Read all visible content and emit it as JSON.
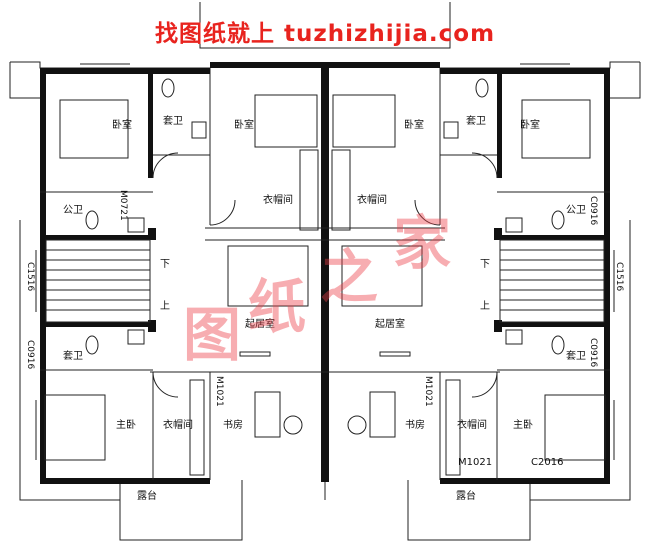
{
  "banner": "找图纸就上 tuzhizhijia.com",
  "watermark": [
    "图",
    "纸",
    "之",
    "家"
  ],
  "rooms": {
    "bedroom": "卧室",
    "ensuite": "套卫",
    "public_bath": "公卫",
    "closet": "衣帽间",
    "living": "起居室",
    "master_bedroom": "主卧",
    "study": "书房",
    "terrace": "露台",
    "stair_down": "下",
    "stair_up": "上"
  },
  "codes": {
    "m0721": "M0721",
    "c0916": "C0916",
    "c1516": "C1516",
    "m1021": "M1021",
    "c2016": "C2016"
  },
  "colors": {
    "banner": "#e8231e",
    "watermark": "#eb3c46",
    "wall": "#111111",
    "line": "#222222"
  }
}
